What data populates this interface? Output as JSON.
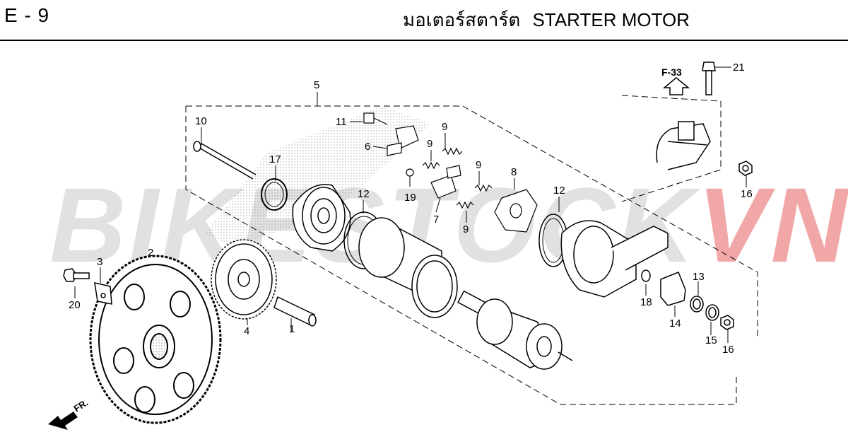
{
  "header": {
    "page_code": "E - 9",
    "title_th": "มอเตอร์สตาร์ต",
    "title_en": "STARTER MOTOR"
  },
  "watermark": {
    "text_main": "BIKESTOCK",
    "text_accent": "VN"
  },
  "reference": {
    "label": "F-33"
  },
  "direction": {
    "label": "FR."
  },
  "callouts": {
    "p1": "1",
    "p2": "2",
    "p3": "3",
    "p4": "4",
    "p5": "5",
    "p6": "6",
    "p7": "7",
    "p8": "8",
    "p9a": "9",
    "p9b": "9",
    "p9c": "9",
    "p9d": "9",
    "p10": "10",
    "p11": "11",
    "p12a": "12",
    "p12b": "12",
    "p13": "13",
    "p14": "14",
    "p15": "15",
    "p16a": "16",
    "p16b": "16",
    "p17": "17",
    "p18": "18",
    "p19": "19",
    "p20": "20",
    "p21": "21"
  }
}
